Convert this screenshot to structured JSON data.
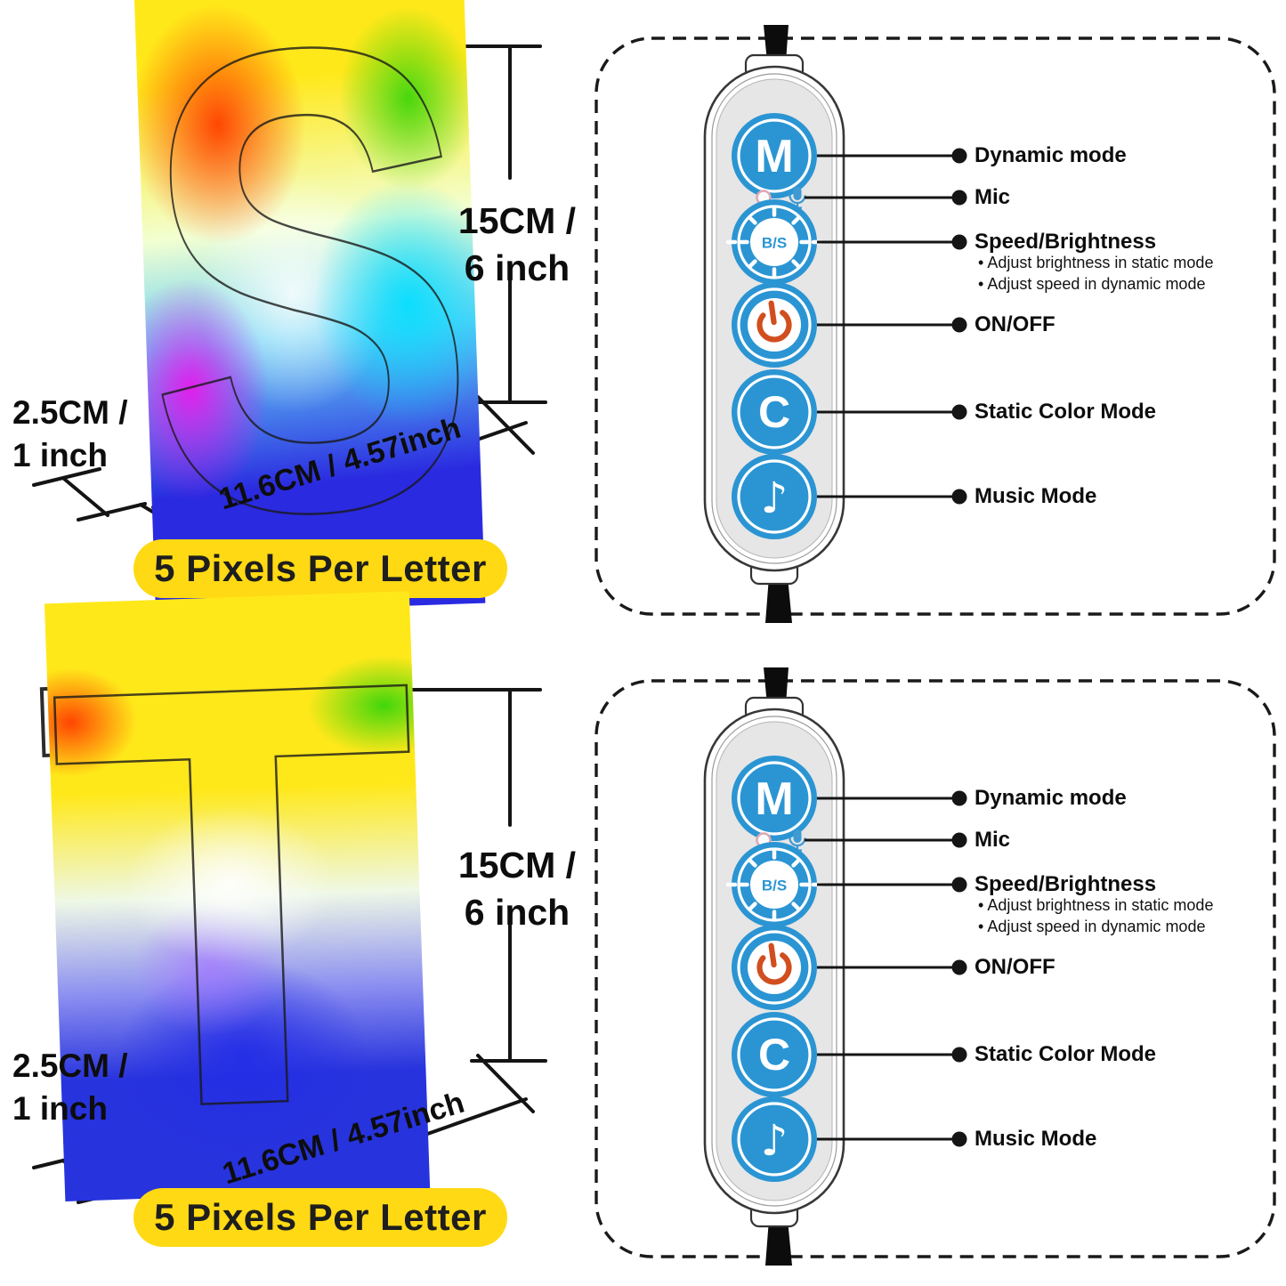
{
  "letters": [
    {
      "char": "S",
      "badge": "5 Pixels Per Letter"
    },
    {
      "char": "T",
      "badge": "5 Pixels Per Letter"
    }
  ],
  "dimensions": {
    "height_line1": "15CM /",
    "height_line2": "6 inch",
    "depth_line1": "2.5CM /",
    "depth_line2": "1 inch",
    "width": "11.6CM / 4.57inch"
  },
  "remote": {
    "buttons": [
      {
        "name": "mode",
        "glyph": "M"
      },
      {
        "name": "speed-brightness",
        "glyph": "B/S"
      },
      {
        "name": "power"
      },
      {
        "name": "static-color",
        "glyph": "C"
      },
      {
        "name": "music",
        "glyph": "♪"
      }
    ],
    "bullet_glyph": "•",
    "labels": [
      {
        "title": "Dynamic mode"
      },
      {
        "title": "Mic"
      },
      {
        "title": "Speed/Brightness",
        "notes": [
          "Adjust brightness in static mode",
          "Adjust speed in dynamic mode"
        ]
      },
      {
        "title": "ON/OFF"
      },
      {
        "title": "Static Color Mode"
      },
      {
        "title": "Music Mode"
      }
    ]
  },
  "colors": {
    "button_blue": "#2b95d3",
    "power_orange": "#d14e1e",
    "badge_yellow": "#FFD914",
    "badge_text": "#1e1e1e",
    "remote_gray": "#e6e6e6",
    "outline": "#333333"
  }
}
